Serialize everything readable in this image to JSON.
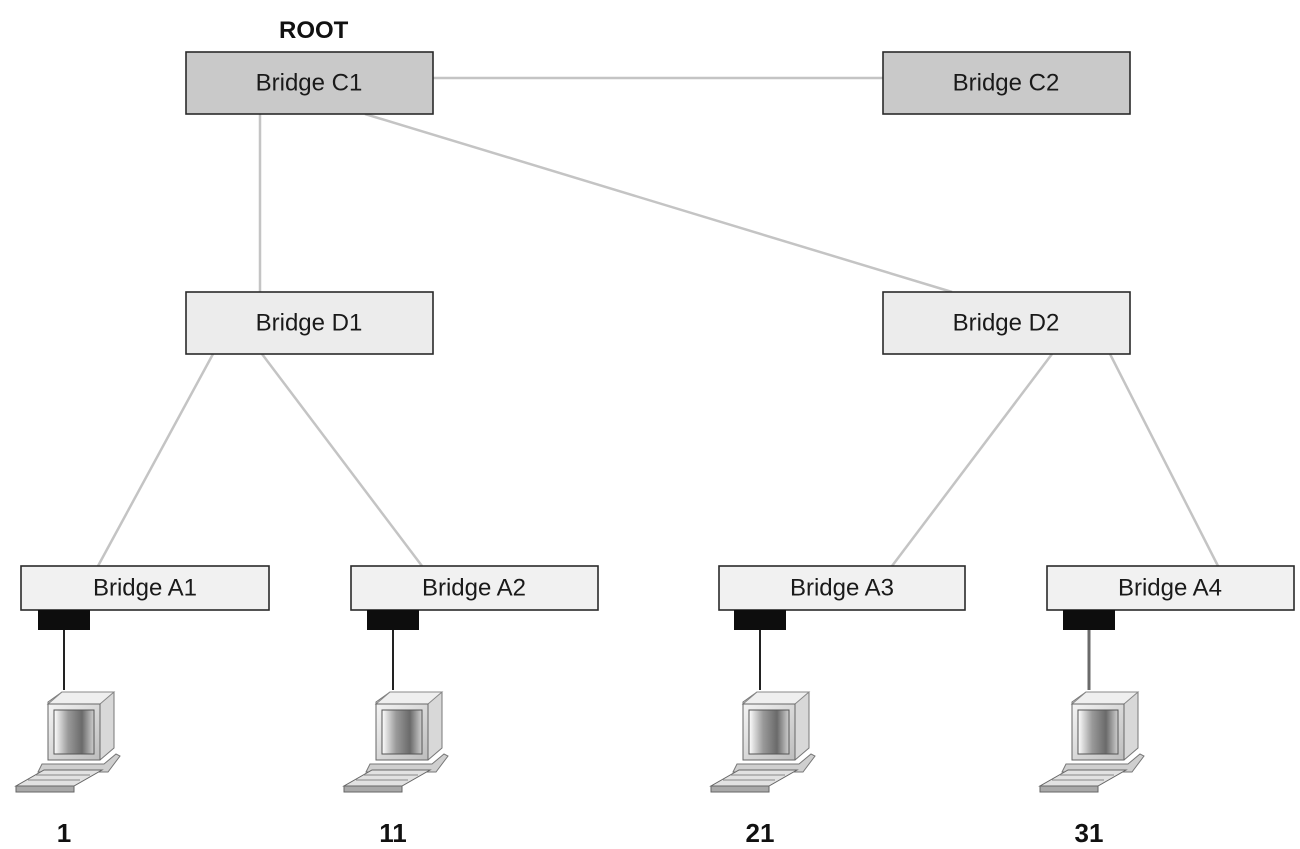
{
  "diagram": {
    "root_label": "ROOT",
    "bridges": {
      "c1": "Bridge C1",
      "c2": "Bridge C2",
      "d1": "Bridge D1",
      "d2": "Bridge D2",
      "a1": "Bridge A1",
      "a2": "Bridge A2",
      "a3": "Bridge A3",
      "a4": "Bridge A4"
    },
    "computers": {
      "pc1": "1",
      "pc2": "11",
      "pc3": "21",
      "pc4": "31"
    },
    "icons": [
      "computer-icon"
    ],
    "colors": {
      "core_fill": "#c9c9c9",
      "distribution_fill": "#ececec",
      "access_fill": "#f1f1f1",
      "link": "#c4c4c4",
      "port": "#0d0d0d"
    }
  }
}
